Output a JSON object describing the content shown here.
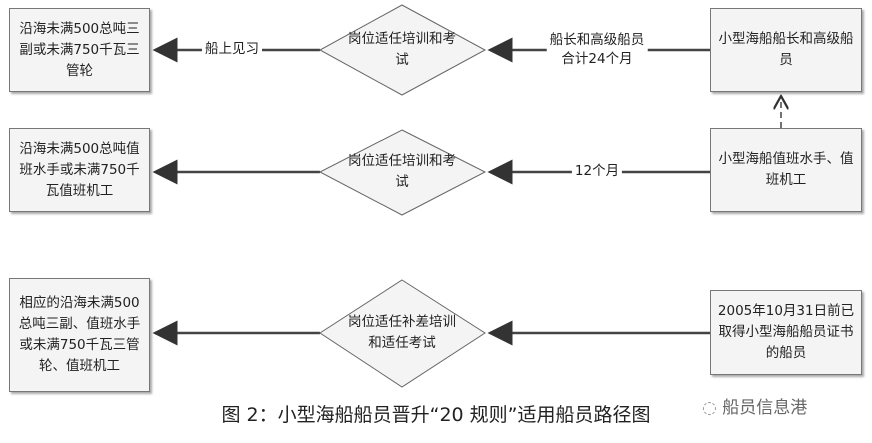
{
  "rows": [
    {
      "source": "小型海船船长和高级船员",
      "process": "岗位适任培训和考试",
      "condition": "船长和高级船员 合计24个月",
      "condition_line1": "船长和高级船员",
      "condition_line2": "合计24个月",
      "exit_label": "船上见习",
      "result": "沿海未满500总吨三副或未满750千瓦三管轮"
    },
    {
      "source": "小型海船值班水手、值班机工",
      "process": "岗位适任培训和考试",
      "condition": "12个月",
      "result": "沿海未满500总吨值班水手或未满750千瓦值班机工"
    },
    {
      "source": "2005年10月31日前已取得小型海船船员证书的船员",
      "process": "岗位适任补差培训和适任考试",
      "result": "相应的沿海未满500总吨三副、值班水手或未满750千瓦三管轮、值班机工"
    }
  ],
  "caption": "图 2：小型海船船员晋升“20 规则”适用船员路径图",
  "watermark": "船员信息港"
}
